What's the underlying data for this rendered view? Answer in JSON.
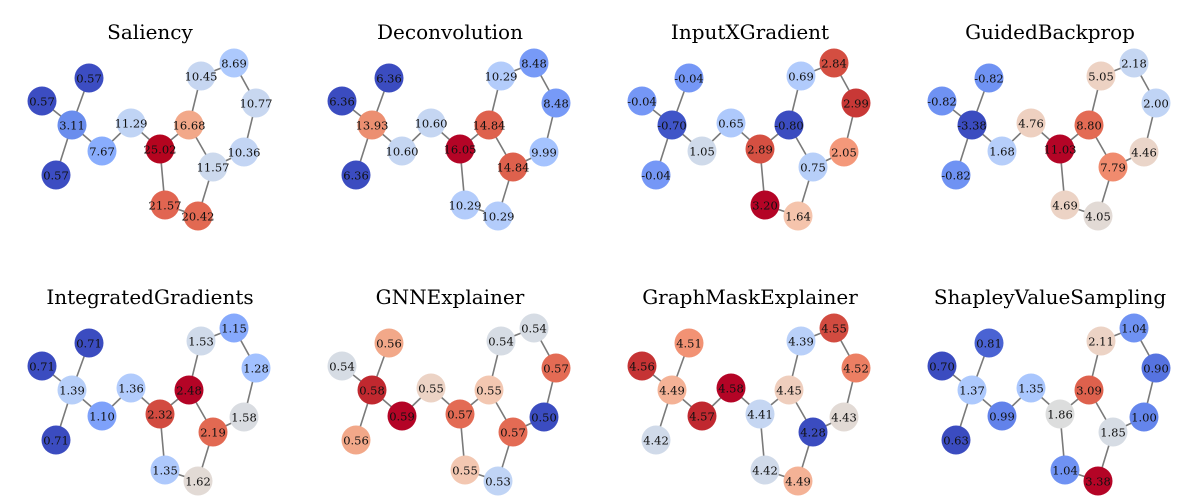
{
  "panels": [
    {
      "title": "Saliency",
      "values": [
        "0.57",
        "0.57",
        "3.11",
        "0.57",
        "7.67",
        "11.29",
        "25.02",
        "16.68",
        "10.45",
        "8.69",
        "10.77",
        "10.36",
        "11.57",
        "20.42",
        "21.57"
      ],
      "colors": [
        "#3c4dc2",
        "#3c4dc2",
        "#6a8ded",
        "#3c4dc2",
        "#89adfd",
        "#c0d4f5",
        "#b5041f",
        "#f2a889",
        "#c6d6f1",
        "#adc9fd",
        "#c8d7f0",
        "#c3d5f4",
        "#ccd9ed",
        "#e26952",
        "#e16551"
      ]
    },
    {
      "title": "Deconvolution",
      "values": [
        "6.36",
        "6.36",
        "13.93",
        "6.36",
        "10.60",
        "10.60",
        "16.05",
        "14.84",
        "10.29",
        "8.48",
        "8.48",
        "9.99",
        "14.84",
        "10.29",
        "10.29"
      ],
      "colors": [
        "#3b4cc0",
        "#3b4cc0",
        "#ec8f71",
        "#3b4cc0",
        "#c5d6f2",
        "#c5d6f2",
        "#b40426",
        "#de614d",
        "#b3ccfb",
        "#779af7",
        "#779af7",
        "#a5c3fe",
        "#de614d",
        "#b3ccfb",
        "#b3ccfb"
      ]
    },
    {
      "title": "InputXGradient",
      "values": [
        "-0.04",
        "-0.04",
        "-0.70",
        "-0.04",
        "1.05",
        "0.65",
        "2.89",
        "-0.80",
        "0.69",
        "2.84",
        "2.99",
        "2.05",
        "0.75",
        "1.64",
        "3.20"
      ],
      "colors": [
        "#7597f6",
        "#7597f6",
        "#4055c8",
        "#7597f6",
        "#cfdaea",
        "#aec9fc",
        "#d55042",
        "#3b4cc0",
        "#b1cbfc",
        "#d44e41",
        "#c83836",
        "#f4987a",
        "#b7cff9",
        "#f5c4ac",
        "#b40426"
      ]
    },
    {
      "title": "GuidedBackprop",
      "values": [
        "-0.82",
        "-0.82",
        "-3.38",
        "-0.82",
        "1.68",
        "4.76",
        "11.03",
        "8.80",
        "5.05",
        "2.18",
        "2.00",
        "4.46",
        "7.79",
        "4.05",
        "4.69"
      ],
      "colors": [
        "#6f92f3",
        "#6f92f3",
        "#3b4cc0",
        "#6f92f3",
        "#b6cefa",
        "#eed0c0",
        "#b40426",
        "#e36b54",
        "#edd2c3",
        "#c5d6f2",
        "#c0d4f5",
        "#ead5c9",
        "#f08b6e",
        "#e2dad5",
        "#ecd3c5"
      ]
    },
    {
      "title": "IntegratedGradients",
      "values": [
        "0.71",
        "0.71",
        "1.39",
        "0.71",
        "1.10",
        "1.36",
        "2.32",
        "2.48",
        "1.53",
        "1.15",
        "1.28",
        "1.58",
        "2.19",
        "1.62",
        "1.35"
      ],
      "colors": [
        "#3b4cc0",
        "#3b4cc0",
        "#b7cff9",
        "#3b4cc0",
        "#7ea1fa",
        "#b1cbfc",
        "#d24b40",
        "#b40426",
        "#cfdaea",
        "#86a9fc",
        "#a2c1ff",
        "#d9dce1",
        "#e26952",
        "#e2dad5",
        "#aec9fc"
      ]
    },
    {
      "title": "GNNExplainer",
      "values": [
        "0.54",
        "0.56",
        "0.58",
        "0.56",
        "0.59",
        "0.55",
        "0.57",
        "0.55",
        "0.54",
        "0.54",
        "0.57",
        "0.50",
        "0.57",
        "0.53",
        "0.55"
      ],
      "colors": [
        "#d6dce4",
        "#f2a889",
        "#c0282f",
        "#f2a889",
        "#b40426",
        "#ecd3c5",
        "#e36b54",
        "#f3c7b1",
        "#d6dce4",
        "#d6dce4",
        "#e36b54",
        "#3b4cc0",
        "#e36b54",
        "#c0d4f5",
        "#f3c7b1"
      ]
    },
    {
      "title": "GraphMaskExplainer",
      "values": [
        "4.56",
        "4.51",
        "4.49",
        "4.42",
        "4.57",
        "4.58",
        "4.41",
        "4.45",
        "4.39",
        "4.55",
        "4.52",
        "4.43",
        "4.28",
        "4.49",
        "4.42"
      ],
      "colors": [
        "#c53334",
        "#f29274",
        "#f4b296",
        "#d0dae9",
        "#c0282f",
        "#b40426",
        "#c5d6f2",
        "#efcebd",
        "#b9d0f9",
        "#d24b40",
        "#ec7f63",
        "#e2dad5",
        "#3b4cc0",
        "#f4b296",
        "#d0dae9"
      ]
    },
    {
      "title": "ShapleyValueSampling",
      "values": [
        "0.70",
        "0.81",
        "1.37",
        "0.63",
        "0.99",
        "1.35",
        "1.86",
        "3.09",
        "2.11",
        "1.04",
        "0.90",
        "1.00",
        "1.85",
        "3.38",
        "1.04"
      ],
      "colors": [
        "#3b4cc0",
        "#4a63d3",
        "#adc9fd",
        "#3b4cc0",
        "#6282ea",
        "#a9c6fd",
        "#dcdddd",
        "#de614d",
        "#ecd3c5",
        "#6f92f3",
        "#5673e0",
        "#6485ec",
        "#d6dce4",
        "#b40426",
        "#6f92f3"
      ]
    }
  ]
}
